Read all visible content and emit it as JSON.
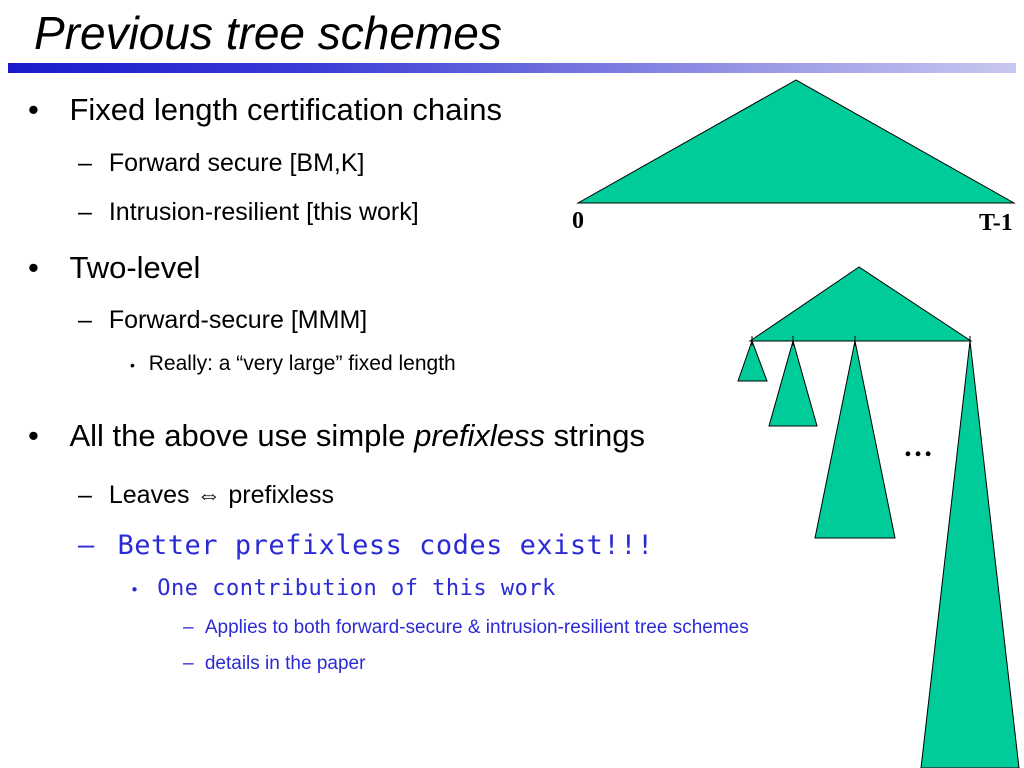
{
  "slide": {
    "title": "Previous tree schemes",
    "items": [
      {
        "marker": "•",
        "text": "Fixed length certification chains"
      },
      {
        "marker": "–",
        "text": "Forward secure [BM,K]"
      },
      {
        "marker": "–",
        "text": "Intrusion-resilient [this work]"
      },
      {
        "marker": "•",
        "text": "Two-level"
      },
      {
        "marker": "–",
        "text": "Forward-secure [MMM]"
      },
      {
        "marker": "•",
        "text": "Really: a “very large” fixed length"
      },
      {
        "marker": "•",
        "text_before": "All the above use simple ",
        "text_italic": "prefixless",
        "text_after": " strings"
      },
      {
        "marker": "–",
        "text_before": "Leaves ",
        "symbol": "⇔",
        "text_after": " prefixless"
      },
      {
        "marker": "–",
        "text": "Better prefixless codes exist!!!"
      },
      {
        "marker": "•",
        "text": "One contribution of this work"
      },
      {
        "marker": "–",
        "text": "Applies to both forward-secure & intrusion-resilient tree schemes"
      },
      {
        "marker": "–",
        "text": "details in the paper"
      }
    ]
  },
  "diagram": {
    "label_start": "0",
    "label_end": "T-1",
    "ellipsis": "…",
    "fill_color": "#00cc99",
    "stroke_color": "#000000"
  },
  "colors": {
    "title_bar_start": "#1a1acc",
    "title_bar_end": "#c8c8f0",
    "highlight_text": "#2a2ad6"
  }
}
